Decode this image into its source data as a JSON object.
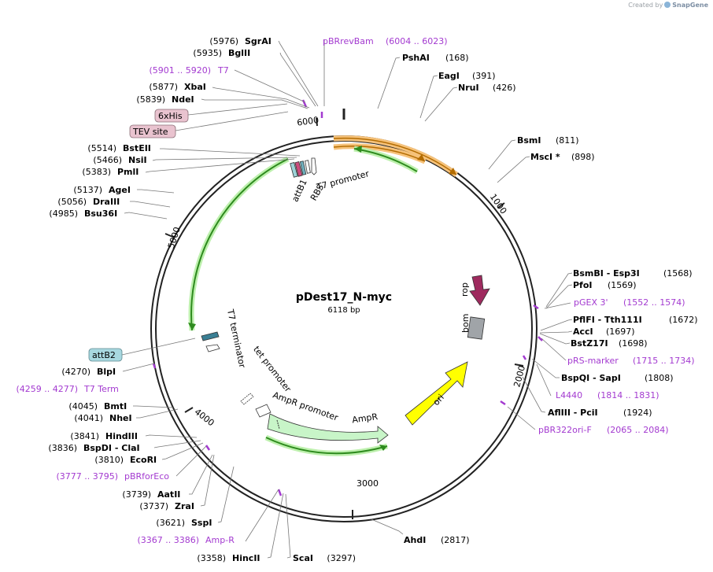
{
  "credit": {
    "prefix": "Created by",
    "brand": "SnapGene"
  },
  "plasmid": {
    "name": "pDest17_N-myc",
    "length": "6118 bp"
  },
  "ticks": [
    "1000",
    "2000",
    "3000",
    "4000",
    "5000",
    "6000"
  ],
  "sites": [
    {
      "id": "sgrai",
      "name": "SgrAI",
      "pos": "(5976)"
    },
    {
      "id": "bglii",
      "name": "BglII",
      "pos": "(5935)"
    },
    {
      "id": "xbai",
      "name": "XbaI",
      "pos": "(5877)"
    },
    {
      "id": "ndei",
      "name": "NdeI",
      "pos": "(5839)"
    },
    {
      "id": "bsteii",
      "name": "BstEII",
      "pos": "(5514)"
    },
    {
      "id": "nsii",
      "name": "NsiI",
      "pos": "(5466)"
    },
    {
      "id": "pmli",
      "name": "PmlI",
      "pos": "(5383)"
    },
    {
      "id": "agei",
      "name": "AgeI",
      "pos": "(5137)"
    },
    {
      "id": "draiii",
      "name": "DraIII",
      "pos": "(5056)"
    },
    {
      "id": "bsu36i",
      "name": "Bsu36I",
      "pos": "(4985)"
    },
    {
      "id": "blpi",
      "name": "BlpI",
      "pos": "(4270)"
    },
    {
      "id": "bmti",
      "name": "BmtI",
      "pos": "(4045)"
    },
    {
      "id": "nhei",
      "name": "NheI",
      "pos": "(4041)"
    },
    {
      "id": "hindiii",
      "name": "HindIII",
      "pos": "(3841)"
    },
    {
      "id": "bspdi",
      "name": "BspDI - ClaI",
      "pos": "(3836)"
    },
    {
      "id": "ecori",
      "name": "EcoRI",
      "pos": "(3810)"
    },
    {
      "id": "aatii",
      "name": "AatII",
      "pos": "(3739)"
    },
    {
      "id": "zrai",
      "name": "ZraI",
      "pos": "(3737)"
    },
    {
      "id": "sspi",
      "name": "SspI",
      "pos": "(3621)"
    },
    {
      "id": "hincii",
      "name": "HincII",
      "pos": "(3358)"
    },
    {
      "id": "scai",
      "name": "ScaI",
      "pos": "(3297)"
    },
    {
      "id": "ahdi",
      "name": "AhdI",
      "pos": "(2817)"
    },
    {
      "id": "pshai",
      "name": "PshAI",
      "pos": "(168)"
    },
    {
      "id": "eagi",
      "name": "EagI",
      "pos": "(391)"
    },
    {
      "id": "nrui",
      "name": "NruI",
      "pos": "(426)"
    },
    {
      "id": "bsmi",
      "name": "BsmI",
      "pos": "(811)"
    },
    {
      "id": "msci",
      "name": "MscI *",
      "pos": "(898)"
    },
    {
      "id": "bsmbi",
      "name": "BsmBI - Esp3I",
      "pos": "(1568)"
    },
    {
      "id": "pfoi",
      "name": "PfoI",
      "pos": "(1569)"
    },
    {
      "id": "pflfi",
      "name": "PflFI - Tth111I",
      "pos": "(1672)"
    },
    {
      "id": "acci",
      "name": "AccI",
      "pos": "(1697)"
    },
    {
      "id": "bstz17i",
      "name": "BstZ17I",
      "pos": "(1698)"
    },
    {
      "id": "bspqi",
      "name": "BspQI - SapI",
      "pos": "(1808)"
    },
    {
      "id": "afliii",
      "name": "AflIII - PciI",
      "pos": "(1924)"
    }
  ],
  "primers": [
    {
      "id": "pbrrevbam",
      "name": "pBRrevBam",
      "range": "(6004 .. 6023)"
    },
    {
      "id": "t7",
      "name": "T7",
      "range": "(5901 .. 5920)"
    },
    {
      "id": "t7term",
      "name": "T7 Term",
      "range": "(4259 .. 4277)"
    },
    {
      "id": "pbrforeco",
      "name": "pBRforEco",
      "range": "(3777 .. 3795)"
    },
    {
      "id": "ampr",
      "name": "Amp-R",
      "range": "(3367 .. 3386)"
    },
    {
      "id": "pgex3",
      "name": "pGEX 3'",
      "range": "(1552 .. 1574)"
    },
    {
      "id": "prsmarker",
      "name": "pRS-marker",
      "range": "(1715 .. 1734)"
    },
    {
      "id": "l4440",
      "name": "L4440",
      "range": "(1814 .. 1831)"
    },
    {
      "id": "pbr322",
      "name": "pBR322ori-F",
      "range": "(2065 .. 2084)"
    }
  ],
  "boxed": {
    "his": "6xHis",
    "tev": "TEV site",
    "attb2": "attB2"
  },
  "features": {
    "attb1": "attB1",
    "rbs": "RBS",
    "t7promoter": "T7 promoter",
    "t7terminator": "T7 terminator",
    "tetpromoter": "tet promoter",
    "amprpromoter": "AmpR promoter",
    "ampr": "AmpR",
    "ori": "ori",
    "bom": "bom",
    "rop": "rop"
  },
  "colors": {
    "backbone": "#222222",
    "primer": "#a33ad0",
    "green_arrow": "#2e8b1e",
    "orange_arrow": "#e8a54a",
    "ampr_fill": "#c8f5c8",
    "ori": "#ffff00",
    "rop": "#9e2a5e",
    "bom": "#a0a4a8",
    "his_box": "#e9c3cf",
    "attb2_box": "#a8d8e0"
  }
}
